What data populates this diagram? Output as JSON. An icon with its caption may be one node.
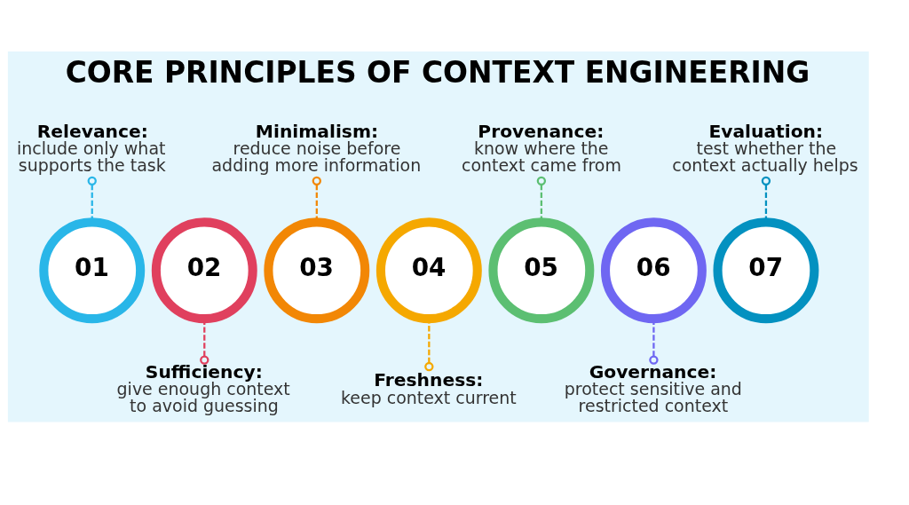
{
  "diagram": {
    "title": "CORE PRINCIPLES OF CONTEXT ENGINEERING",
    "nodes": [
      {
        "text": [
          "Relevance:",
          "include only what supports the task"
        ]
      },
      {
        "text": [
          "Minimalism:",
          "reduce noise before adding more information"
        ]
      },
      {
        "text": [
          "Provenance:",
          "know where the context came from"
        ]
      },
      {
        "text": [
          "Evaluation:",
          "test whether the context actually helps"
        ]
      },
      {
        "text": [
          "01"
        ]
      },
      {
        "text": [
          "02"
        ]
      },
      {
        "text": [
          "03"
        ]
      },
      {
        "text": [
          "04"
        ]
      },
      {
        "text": [
          "05"
        ]
      },
      {
        "text": [
          "06"
        ]
      },
      {
        "text": [
          "07"
        ]
      },
      {
        "text": [
          "Sufficiency:",
          "give enough context to avoid guessing"
        ]
      },
      {
        "text": [
          "Freshness:",
          "keep context current"
        ]
      },
      {
        "text": [
          "Governance:",
          "protect sensitive and restricted context"
        ]
      }
    ],
    "edges": [
      {
        "from": 0,
        "to": 4,
        "arrow": "other",
        "style": "dashed",
        "color": "#29b6e8"
      },
      {
        "from": 11,
        "to": 5,
        "arrow": "other",
        "style": "dashed",
        "color": "#e0405e"
      },
      {
        "from": 1,
        "to": 6,
        "arrow": "other",
        "style": "dashed",
        "color": "#f28705"
      },
      {
        "from": 12,
        "to": 7,
        "arrow": "other",
        "style": "dashed",
        "color": "#f5a800"
      },
      {
        "from": 2,
        "to": 8,
        "arrow": "other",
        "style": "dashed",
        "color": "#5cbf72"
      },
      {
        "from": 13,
        "to": 9,
        "arrow": "other",
        "style": "dashed",
        "color": "#6f67f2"
      },
      {
        "from": 3,
        "to": 10,
        "arrow": "other",
        "style": "dashed",
        "color": "#0391c0"
      }
    ]
  }
}
